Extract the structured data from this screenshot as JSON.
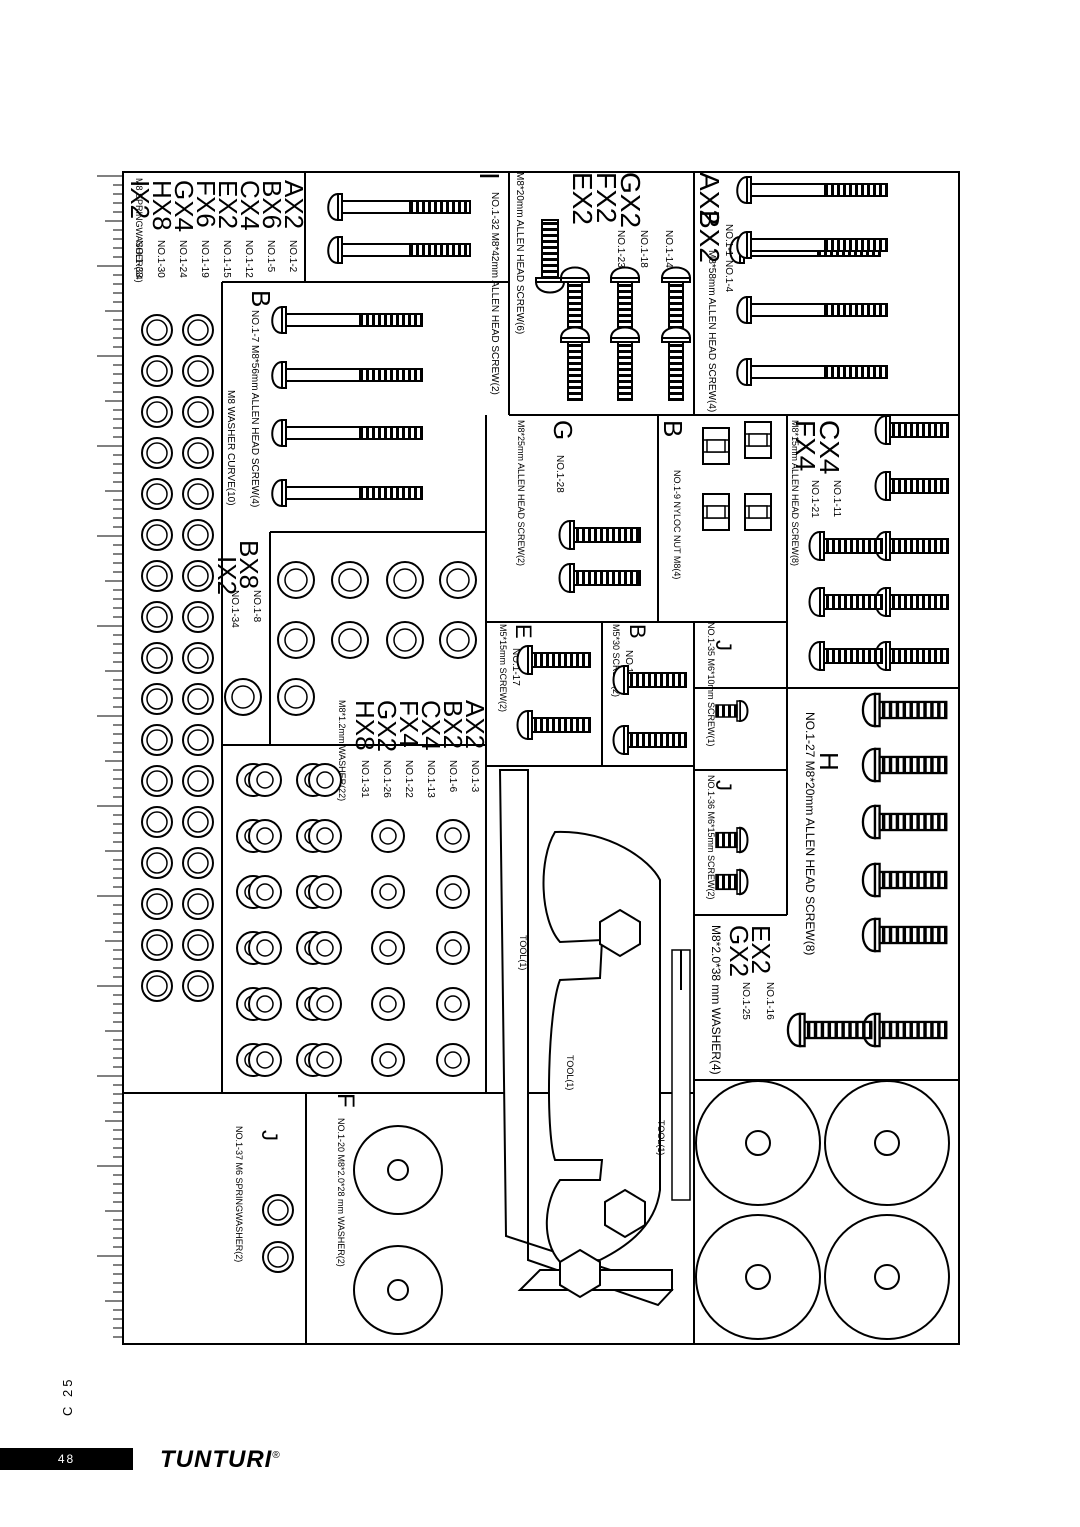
{
  "page": {
    "number": "48",
    "brand": "TUNTURI",
    "brand_mark": "®",
    "side_code": "C 25"
  },
  "sections": {
    "a": {
      "letters": [
        "AX2",
        "BX2"
      ],
      "numbers": [
        "NO.1-1",
        "NO.1-4"
      ],
      "desc": "M8*58mm ALLEN HEAD SCREW(4)"
    },
    "b": {
      "letters": [
        "EX2",
        "FX2",
        "GX2"
      ],
      "numbers": [
        "NO.1-14",
        "NO.1-18",
        "NO.1-23"
      ],
      "desc": "M8*20mm ALLEN HEAD SCREW(6)"
    },
    "c": {
      "letter": "I",
      "desc": "NO.1-32 M8*42mm ALLEN HEAD SCREW(2)"
    },
    "d": {
      "letters": [
        "AX2",
        "BX6",
        "CX4",
        "EX2",
        "FX6",
        "GX4",
        "HX8",
        "IX2"
      ],
      "numbers": [
        "NO.1-2",
        "NO.1-5",
        "NO.1-12",
        "NO.1-15",
        "NO.1-19",
        "NO.1-24",
        "NO.1-30",
        "NO.1-33"
      ],
      "desc": "M8 SPRINGWASHER(34)"
    },
    "e": {
      "letter": "B",
      "desc": "NO.1-7 M8*56mm ALLEN HEAD SCREW(4)",
      "sub": "M8 WASHER CURVE(10)"
    },
    "f": {
      "letters": [
        "BX8",
        "IX2"
      ],
      "numbers": [
        "NO.1-8",
        "NO.1-34"
      ]
    },
    "g": {
      "letters": [
        "CX4",
        "FX4"
      ],
      "numbers": [
        "NO.1-11",
        "NO.1-21"
      ],
      "desc": "M8*15mm ALLEN HEAD SCREW(8)"
    },
    "h": {
      "letter": "B",
      "desc": "NO.1-9 NYLOC NUT M8(4)"
    },
    "i": {
      "letter": "G",
      "number": "NO.1-28",
      "desc": "M8*25mm ALLEN HEAD SCREW(2)"
    },
    "j": {
      "letter": "J",
      "desc": "NO.1-35 M6*10mm SCREW(1)"
    },
    "k": {
      "letter": "B",
      "number": "NO.1-10",
      "desc": "M5*30 SCREW(2)"
    },
    "l": {
      "letter": "E",
      "number": "NO.1-17",
      "desc": "M5*15mm SCREW(2)"
    },
    "m": {
      "letters": [
        "AX2",
        "BX2",
        "CX4",
        "FX4",
        "GX2",
        "HX8"
      ],
      "numbers": [
        "NO.1-3",
        "NO.1-6",
        "NO.1-13",
        "NO.1-22",
        "NO.1-26",
        "NO.1-31"
      ],
      "desc": "M8*1.2mm WASHER(22)"
    },
    "n": {
      "letter": "H",
      "desc": "NO.1-27 M8*20mm ALLEN HEAD SCREW(8)"
    },
    "o": {
      "letter": "J",
      "desc": "NO.1-36 M6*15mm SCREW(2)"
    },
    "p": {
      "letters": [
        "EX2",
        "GX2"
      ],
      "numbers": [
        "NO.1-16",
        "NO.1-25"
      ],
      "desc": "M8*2.0*38 mm WASHER(4)"
    },
    "q": {
      "label1": "TOOL(1)",
      "label2": "TOOL(1)",
      "label3": "TOOL(1)"
    },
    "r": {
      "letter": "F",
      "desc": "NO.1-20 M8*2.0*28 mm WASHER(2)"
    },
    "s": {
      "letter": "J",
      "desc": "NO.1-37 M6 SPRINGWASHER(2)"
    }
  }
}
